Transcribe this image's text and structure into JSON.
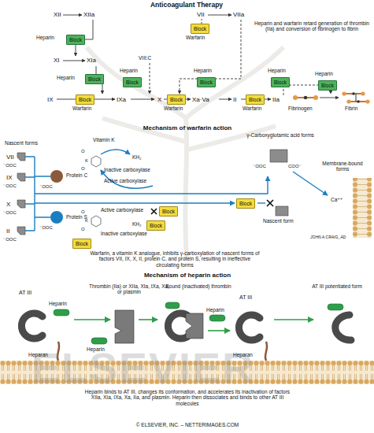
{
  "diagram": {
    "title": "Anticoagulant Therapy",
    "nodes": [
      {
        "text": [
          "Block"
        ]
      },
      {
        "text": [
          "Block"
        ]
      },
      {
        "text": [
          "Block"
        ]
      },
      {
        "text": [
          "Block"
        ]
      },
      {
        "text": [
          "Block"
        ]
      },
      {
        "text": [
          "Block"
        ]
      },
      {
        "text": [
          "Block"
        ]
      },
      {
        "text": [
          "Block"
        ]
      },
      {
        "text": [
          "Block"
        ]
      },
      {
        "text": [
          "Block"
        ]
      },
      {
        "text": [
          "Block"
        ]
      },
      {
        "text": [
          "Block"
        ]
      },
      {
        "text": [
          "Block"
        ]
      },
      {
        "text": [
          "Block"
        ]
      }
    ],
    "labels": [
      "XII",
      "XIIa",
      "VII",
      "VIIa",
      "Heparin and warfarin retard generation of thrombin (IIa) and conversion of fibrinogen to fibrin",
      "Heparin",
      "Warfarin",
      "XI",
      "XIa",
      "VIII:C",
      "Heparin",
      "Heparin",
      "Heparin",
      "Heparin",
      "Heparin",
      "IX",
      "IXa",
      "X",
      "Xa·Va",
      "II",
      "IIa",
      "Fibrinogen",
      "Fibrin",
      "Warfarin",
      "Warfarin",
      "Warfarin",
      "Mechanism of warfarin action",
      "Nascent forms",
      "Vitamin K",
      "γ-Carboxyglutamic acid forms",
      "VII",
      "O",
      "KH₂",
      "K",
      "Membrane-bound forms",
      "⁻OOC",
      "⁻OOC",
      "COO⁻",
      "O",
      "Inactive carboxylase",
      "IX",
      "Protein C",
      "Active carboxylase",
      "⁻OOC",
      "⁻OOC",
      "Ca⁺⁺",
      "X",
      "Active carboxylase",
      "⁻OOC",
      "O",
      "Protein S",
      "K",
      "Nascent form",
      "KH₂",
      "⁻OOC",
      "O",
      "II",
      "Inactive carboxylase",
      "JOHN A.CRAIG_AD",
      "⁻OOC",
      "Warfarin, a vitamin K analogue, inhibits γ-carboxylation of nascent forms of factors VII, IX, X, II, protein C, and protein S, resulting in ineffective circulating forms",
      "Mechanism of heparin action",
      "Thrombin (IIa) or XIIa, XIa, IXa, Xa, or plasmin",
      "Bound (inactivated) thrombin",
      "AT III potentiated form",
      "AT III",
      "AT III",
      "Heparin",
      "Heparin",
      "Heparin",
      "Heparan",
      "Heparan",
      "Heparin binds to AT III, changes its conformation, and accelerates its inactivation of factors XIIa, XIa, IXa, Xa, IIa, and plasmin. Heparin then dissociates and binds to other AT III molecules",
      "© ELSEVIER, INC. – NETTERIMAGES.COM",
      "ELSEVIER"
    ]
  }
}
